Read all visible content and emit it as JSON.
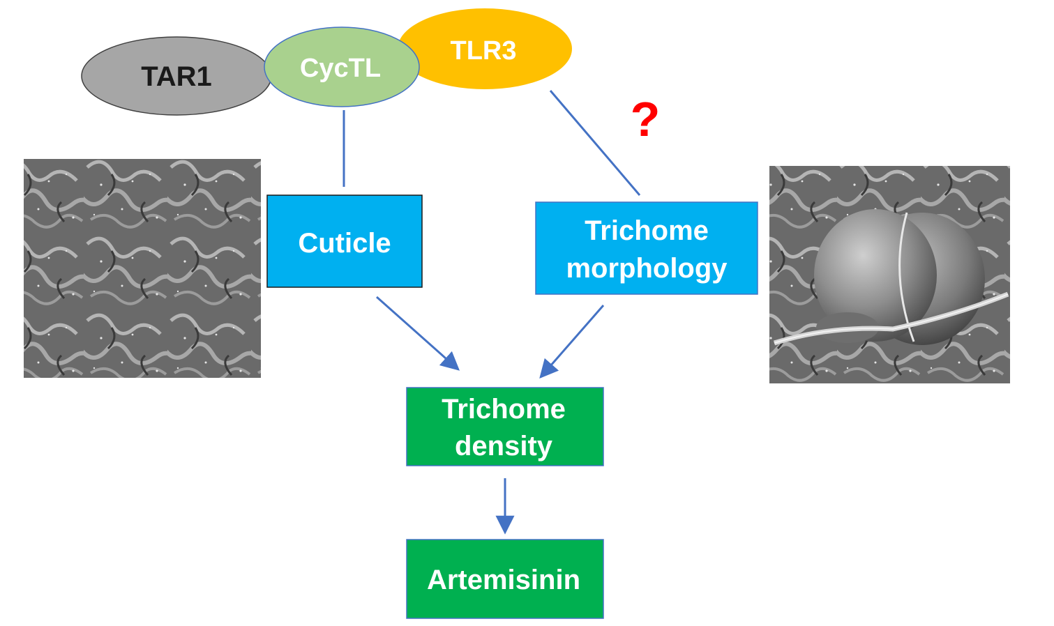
{
  "nodes": {
    "tar1": {
      "label": "TAR1",
      "fill": "#a6a6a6",
      "text_color": "#1a1a1a"
    },
    "cyctl": {
      "label": "CycTL",
      "fill": "#a9d18e",
      "text_color": "#ffffff"
    },
    "tlr3": {
      "label": "TLR3",
      "fill": "#ffc000",
      "text_color": "#ffffff"
    },
    "cuticle": {
      "label": "Cuticle",
      "fill": "#00b0f0",
      "text_color": "#ffffff"
    },
    "trichome_morphology": {
      "label_line1": "Trichome",
      "label_line2": "morphology",
      "fill": "#00b0f0",
      "text_color": "#ffffff"
    },
    "trichome_density": {
      "label_line1": "Trichome",
      "label_line2": "density",
      "fill": "#00b050",
      "text_color": "#ffffff"
    },
    "artemisinin": {
      "label": "Artemisinin",
      "fill": "#00b050",
      "text_color": "#ffffff"
    }
  },
  "annotation": {
    "question_mark": "?",
    "color": "#ff0000"
  },
  "images": {
    "left": {
      "icon": "sem-cuticle-surface-image"
    },
    "right": {
      "icon": "sem-glandular-trichome-image"
    }
  },
  "colors": {
    "arrow": "#4472c4"
  }
}
